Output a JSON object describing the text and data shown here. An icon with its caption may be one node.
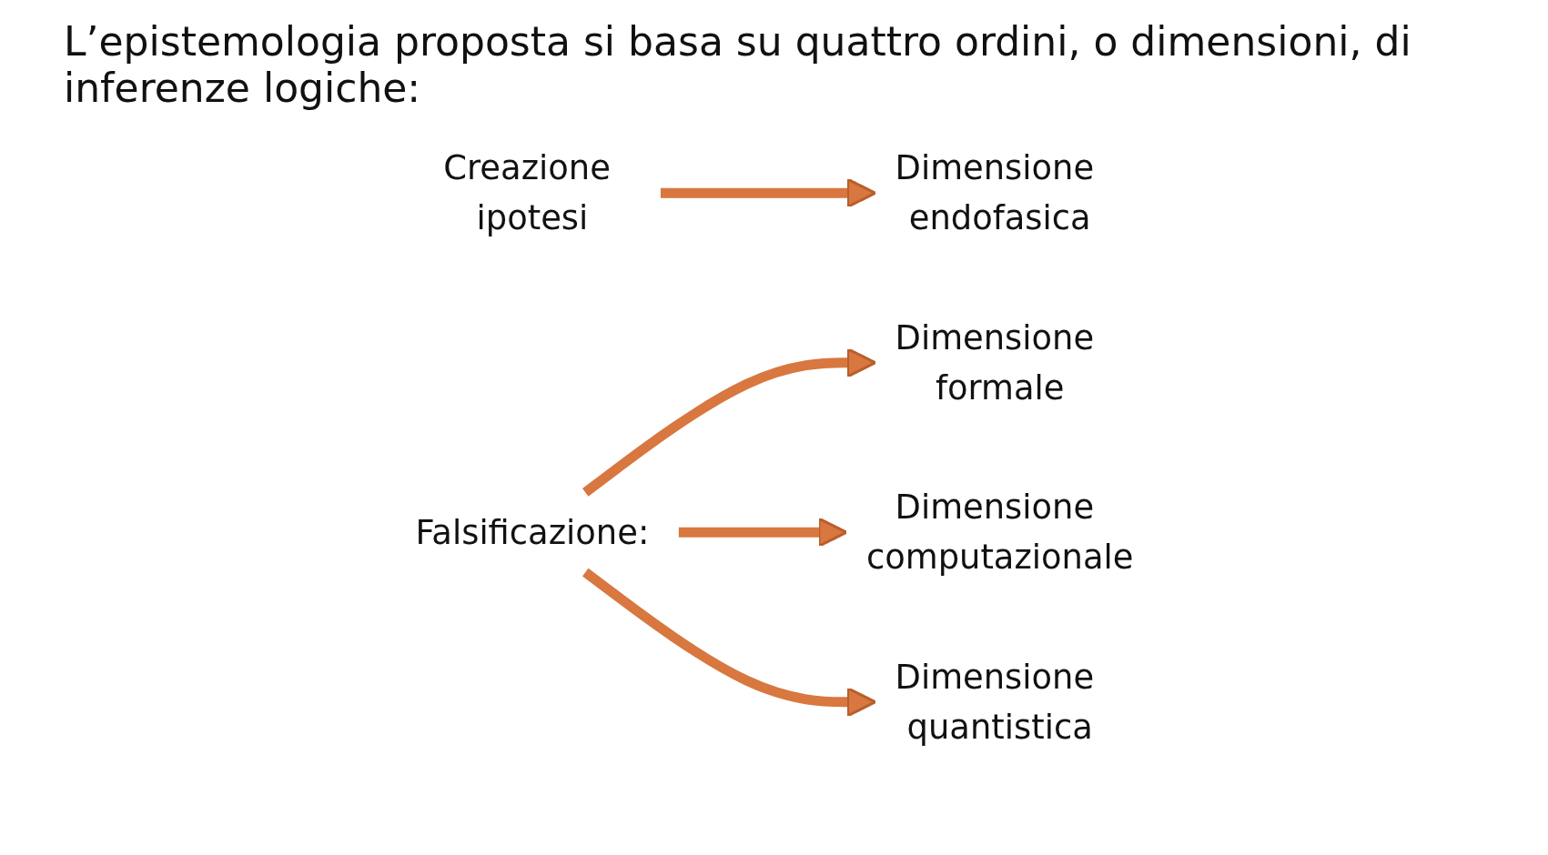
{
  "diagram": {
    "title": "L’epistemologia proposta si basa su quattro ordini, o dimensioni, di inferenze logiche:",
    "nodes": [
      {
        "text": [
          "Creazione ipotesi"
        ]
      },
      {
        "text": [
          "Dimensione endofasica"
        ]
      },
      {
        "text": [
          "Falsificazione:"
        ]
      },
      {
        "text": [
          "Dimensione formale"
        ]
      },
      {
        "text": [
          "Dimensione computazionale"
        ]
      },
      {
        "text": [
          "Dimensione quantistica"
        ]
      }
    ],
    "edges": [
      {
        "from": 0,
        "to": 1,
        "arrow": "to"
      },
      {
        "from": 2,
        "to": 3,
        "arrow": "to"
      },
      {
        "from": 2,
        "to": 4,
        "arrow": "to"
      },
      {
        "from": 2,
        "to": 5,
        "arrow": "to"
      }
    ]
  }
}
